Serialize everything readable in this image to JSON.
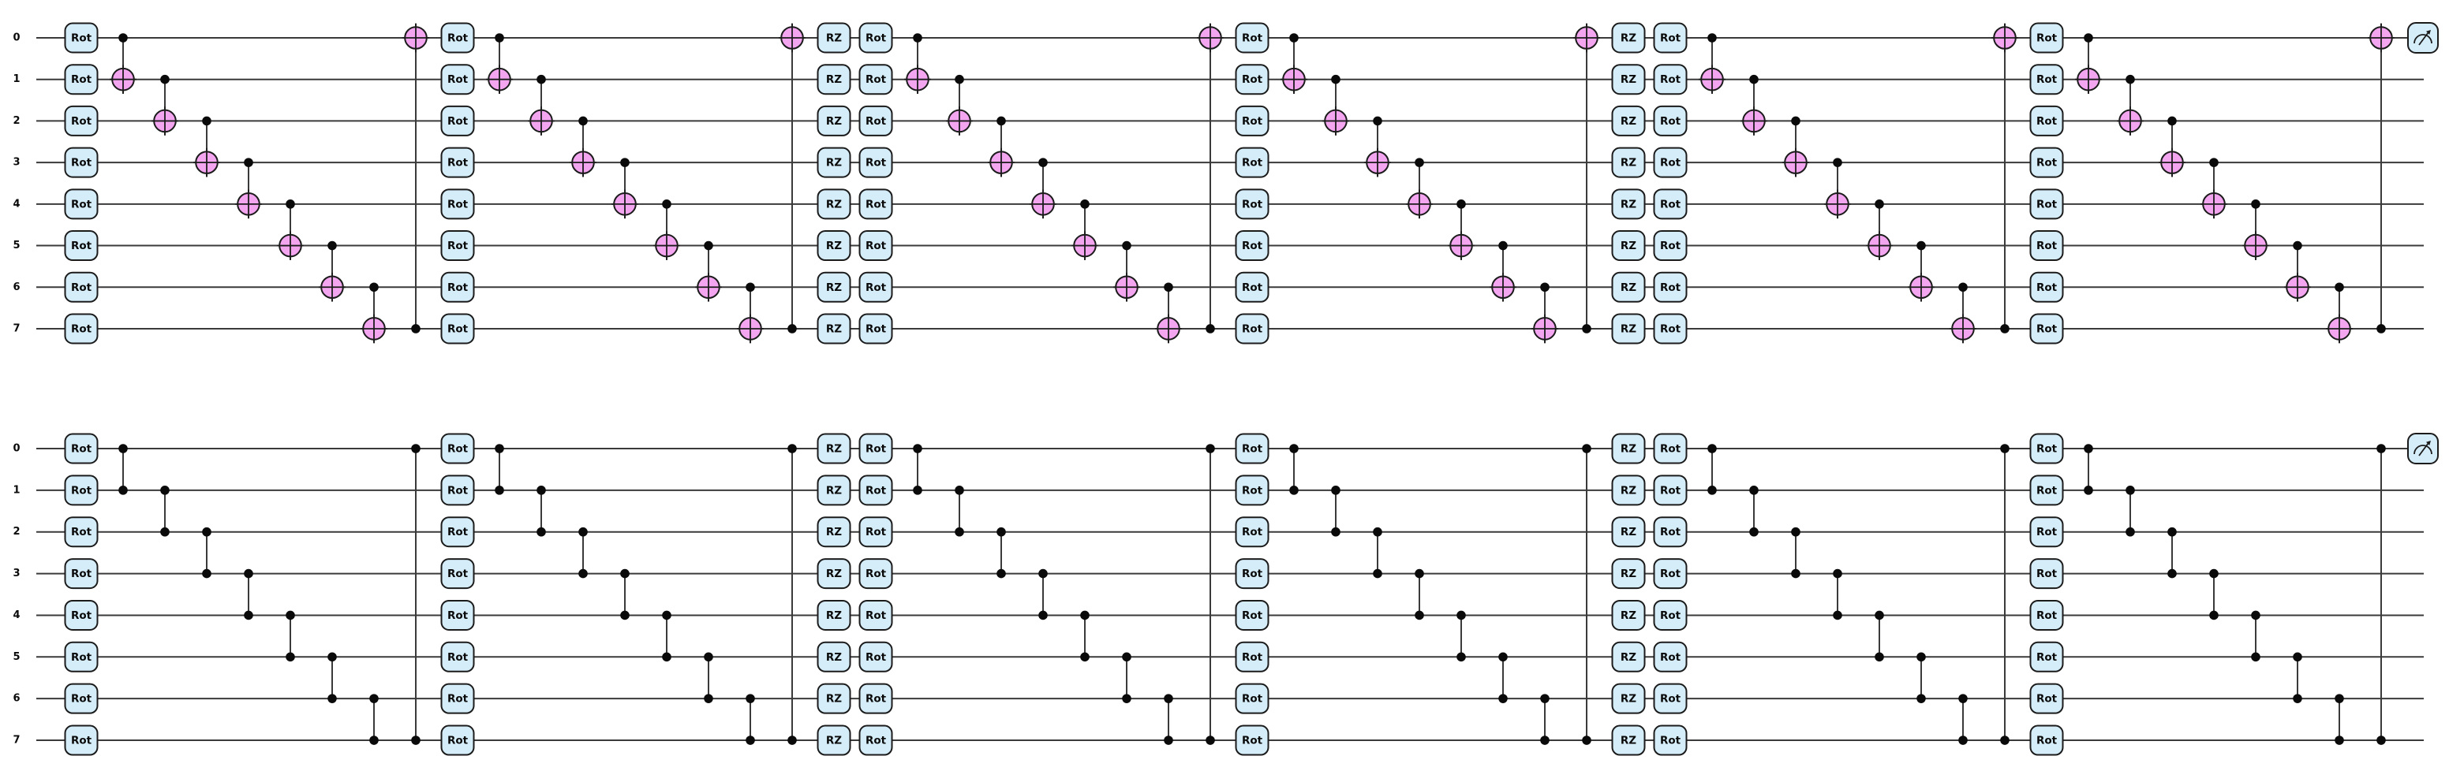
{
  "figure": {
    "background": "#ffffff",
    "colors": {
      "wire": "#3a3a3a",
      "gate_fill": "#d5edf9",
      "gate_border": "#1b1b1b",
      "target_fill": "#f3a5ef",
      "control_dot": "#0a0a0a",
      "text": "#0a0a0a"
    },
    "gate_labels": {
      "rot": "Rot",
      "rz": "RZ"
    },
    "circuits": [
      {
        "id": "circuit-top",
        "entangler": "cnot",
        "wire_labels": [
          "0",
          "1",
          "2",
          "3",
          "4",
          "5",
          "6",
          "7"
        ],
        "layer_sequence": [
          "rot",
          "ladder",
          "rot",
          "ladder",
          "rz",
          "rot",
          "ladder",
          "rot",
          "ladder",
          "rz",
          "rot",
          "ladder",
          "rot",
          "ladder",
          "measure"
        ],
        "ladder_pairs": [
          [
            0,
            1
          ],
          [
            1,
            2
          ],
          [
            2,
            3
          ],
          [
            3,
            4
          ],
          [
            4,
            5
          ],
          [
            5,
            6
          ],
          [
            6,
            7
          ],
          [
            7,
            0
          ]
        ],
        "measured_wires": [
          0
        ]
      },
      {
        "id": "circuit-bottom",
        "entangler": "cz",
        "wire_labels": [
          "0",
          "1",
          "2",
          "3",
          "4",
          "5",
          "6",
          "7"
        ],
        "layer_sequence": [
          "rot",
          "ladder",
          "rot",
          "ladder",
          "rz",
          "rot",
          "ladder",
          "rot",
          "ladder",
          "rz",
          "rot",
          "ladder",
          "rot",
          "ladder",
          "measure"
        ],
        "ladder_pairs": [
          [
            0,
            1
          ],
          [
            1,
            2
          ],
          [
            2,
            3
          ],
          [
            3,
            4
          ],
          [
            4,
            5
          ],
          [
            5,
            6
          ],
          [
            6,
            7
          ],
          [
            7,
            0
          ]
        ],
        "measured_wires": [
          0
        ]
      }
    ]
  },
  "chart_data": {
    "type": "diagram",
    "title": "",
    "description_fields": {
      "diagram_kind": "quantum-circuit-pair",
      "num_wires_per_circuit": 8,
      "top_circuit_two_qubit_gate": "CNOT",
      "bottom_circuit_two_qubit_gate": "CZ",
      "single_qubit_gates": [
        "Rot",
        "RZ"
      ],
      "entangling_ladder_order": "(0→1)(1→2)(2→3)(3→4)(4→5)(5→6)(6→7)(7→0)",
      "blocks_per_circuit": 6,
      "rz_layers_before_blocks": [
        3,
        5
      ],
      "measurement": "gauge icon on wire 0 at circuit end"
    }
  }
}
